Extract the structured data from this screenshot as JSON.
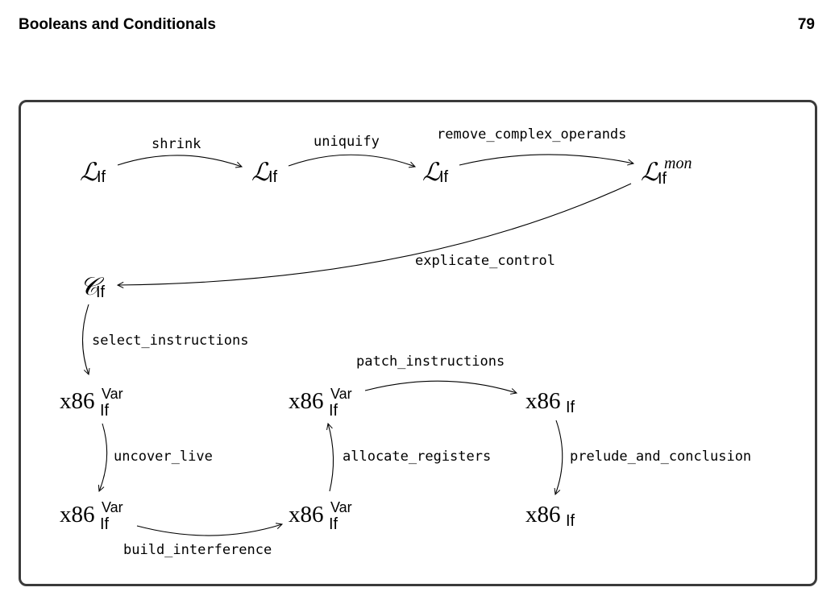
{
  "header": {
    "title": "Booleans and Conditionals",
    "page_number": "79"
  },
  "nodes": {
    "l1": {
      "base": "L",
      "sub": "If"
    },
    "l2": {
      "base": "L",
      "sub": "If"
    },
    "l3": {
      "base": "L",
      "sub": "If"
    },
    "lmon": {
      "base": "L",
      "sub": "If",
      "sup": "mon"
    },
    "cif": {
      "base": "C",
      "sub": "If"
    },
    "x1": {
      "base": "x86",
      "sub": "If",
      "sup": "Var"
    },
    "x2": {
      "base": "x86",
      "sub": "If",
      "sup": "Var"
    },
    "x3": {
      "base": "x86",
      "sub": "If",
      "sup": "Var"
    },
    "x4": {
      "base": "x86",
      "sub": "If",
      "sup": "Var"
    },
    "x5": {
      "base": "x86",
      "sub": "If"
    },
    "x6": {
      "base": "x86",
      "sub": "If"
    }
  },
  "edges": {
    "shrink": "shrink",
    "uniquify": "uniquify",
    "remove_complex_operands": "remove_complex_operands",
    "explicate_control": "explicate_control",
    "select_instructions": "select_instructions",
    "uncover_live": "uncover_live",
    "build_interference": "build_interference",
    "allocate_registers": "allocate_registers",
    "patch_instructions": "patch_instructions",
    "prelude_and_conclusion": "prelude_and_conclusion"
  }
}
